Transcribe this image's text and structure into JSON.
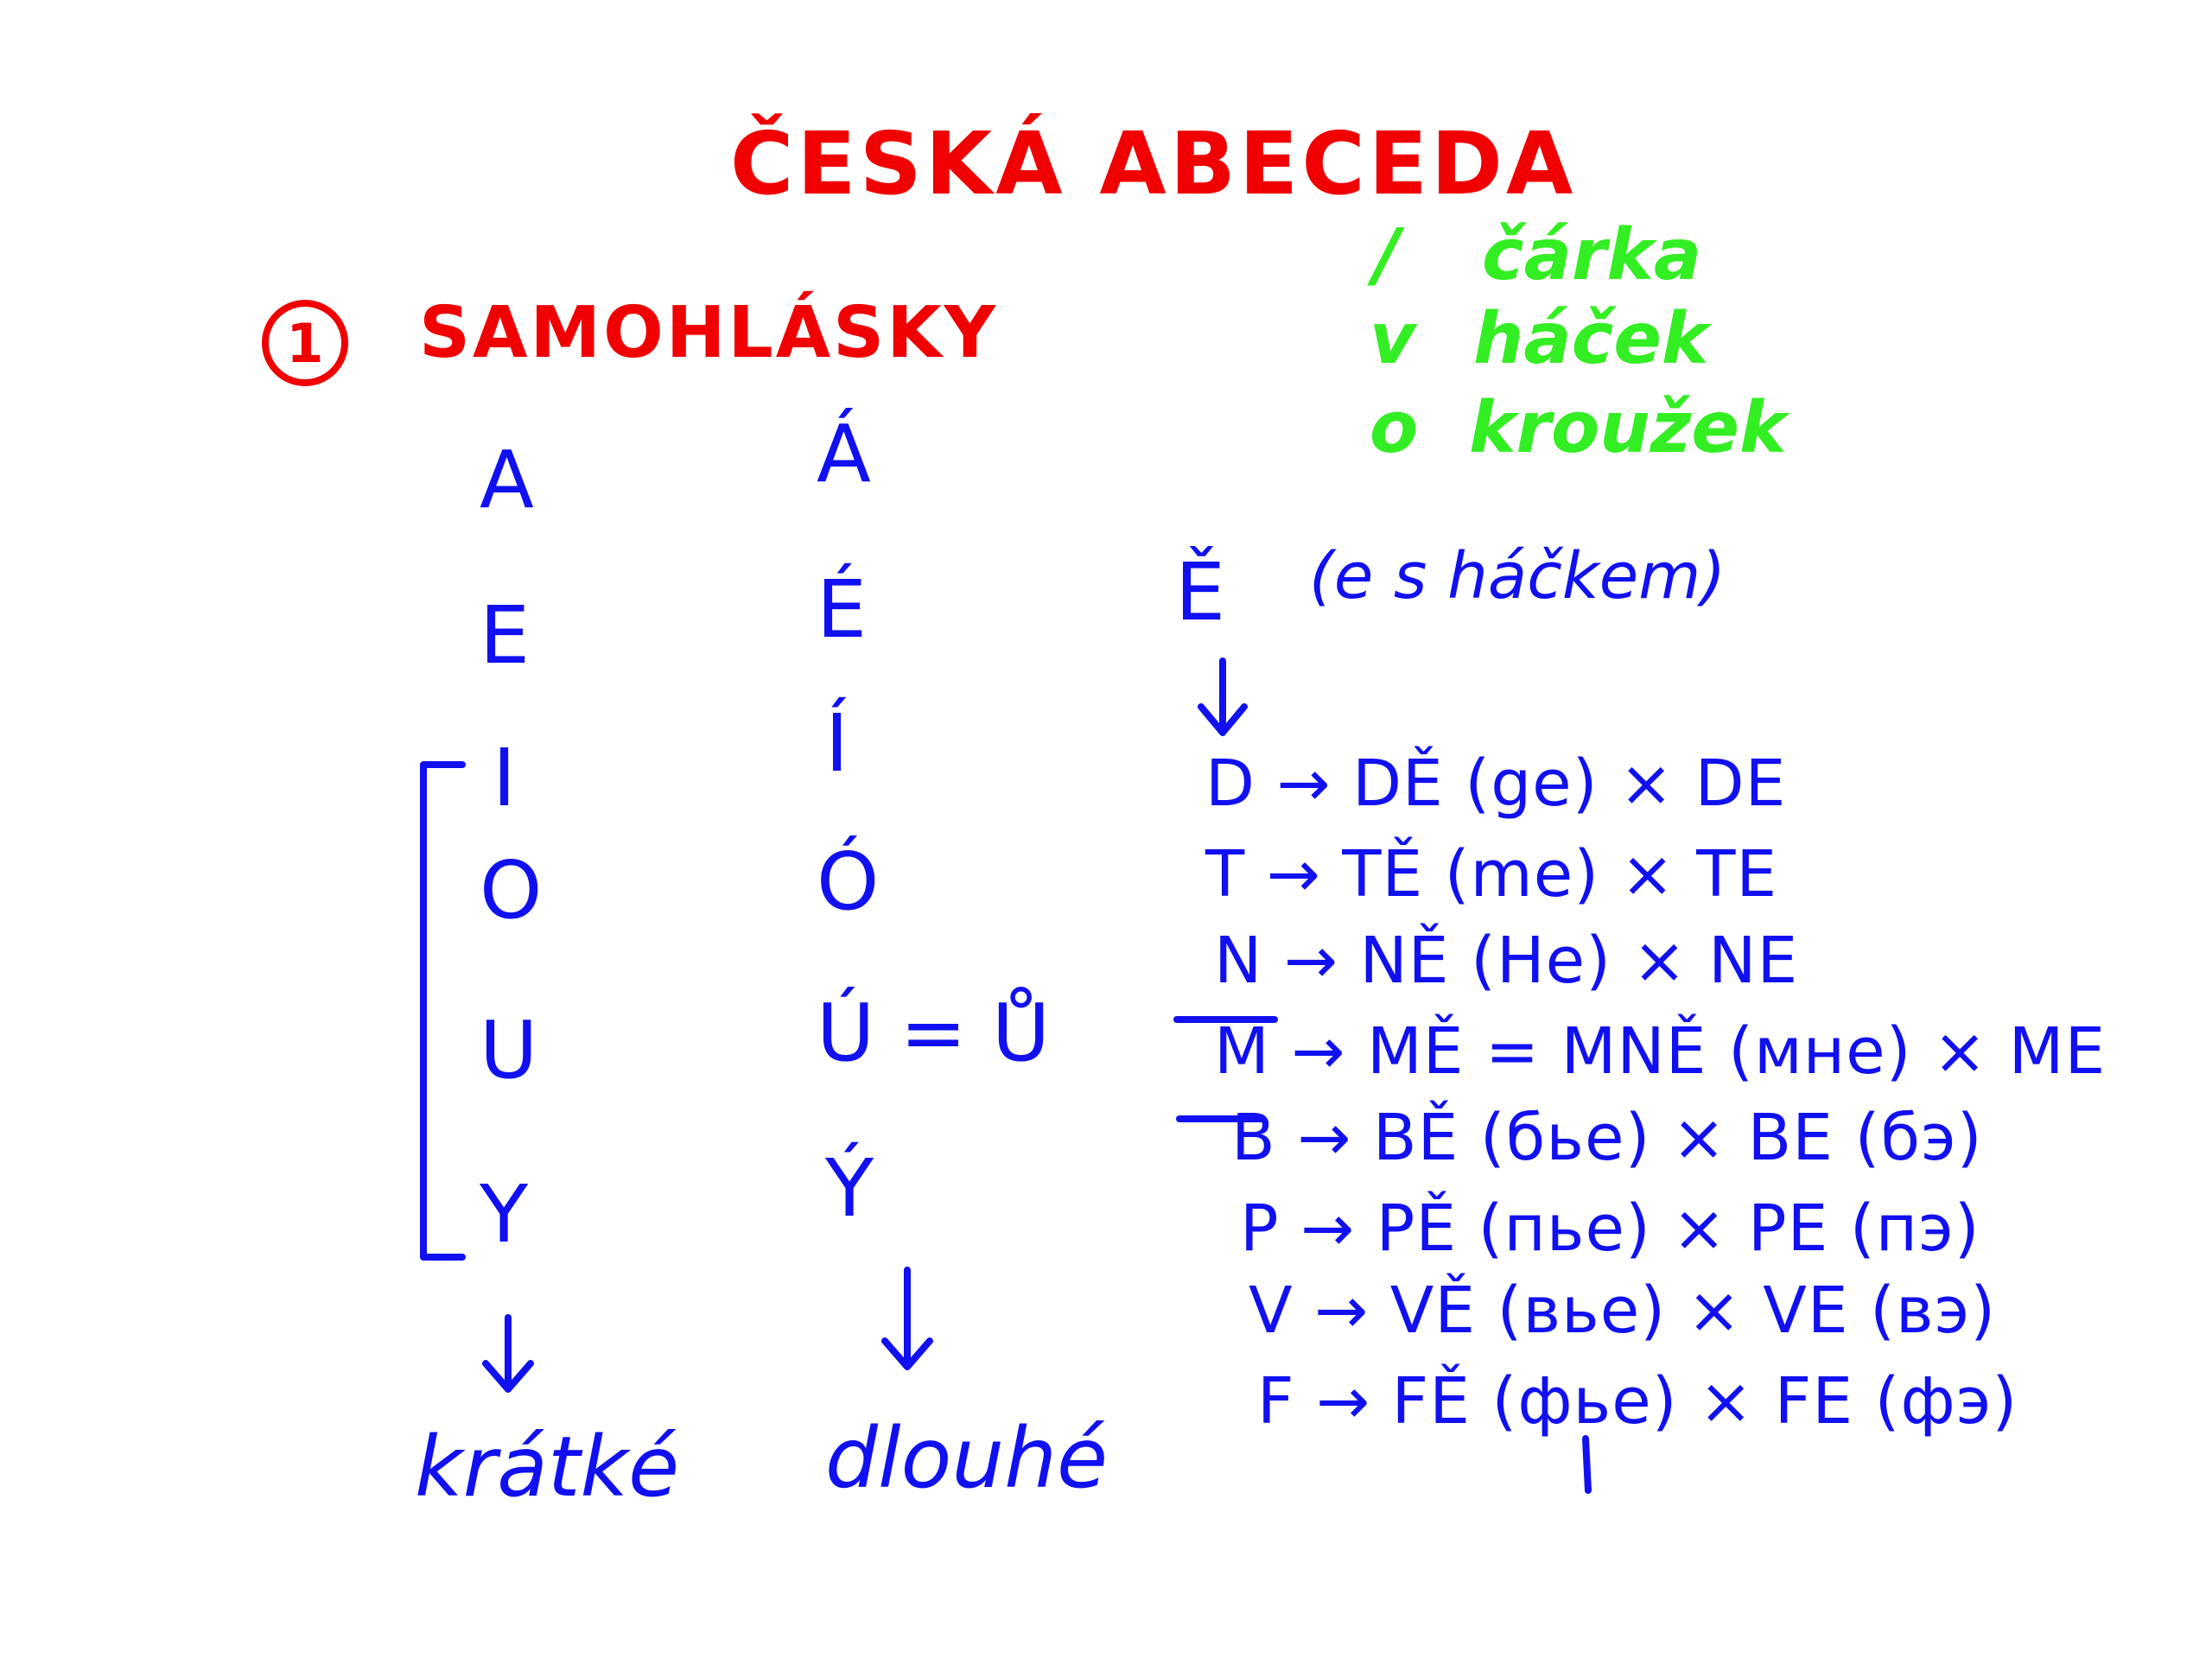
{
  "title": "ČESKÁ ABECEDA",
  "diacritics": [
    {
      "symbol": "/",
      "name": "čárka"
    },
    {
      "symbol": "v",
      "name": "háček"
    },
    {
      "symbol": "o",
      "name": "kroužek"
    }
  ],
  "section": {
    "number": "1",
    "heading": "SAMOHLÁSKY"
  },
  "short_vowels": [
    "A",
    "E",
    "I",
    "O",
    "U",
    "Y"
  ],
  "long_vowels": [
    "Á",
    "É",
    "Í",
    "Ó",
    "Ú = Ů",
    "Ý"
  ],
  "short_label": "krátké",
  "long_label": "dlouhé",
  "e_hacek": {
    "letter": "Ě",
    "note": "(e s háčkem)"
  },
  "consonant_rows": [
    {
      "base": "D",
      "result": "DĚ",
      "pron": "(ge)",
      "contrast": "DE",
      "contrast_pron": ""
    },
    {
      "base": "T",
      "result": "TĚ",
      "pron": "(me)",
      "contrast": "TE",
      "contrast_pron": ""
    },
    {
      "base": "N",
      "result": "NĚ",
      "pron": "(He)",
      "contrast": "NE",
      "contrast_pron": ""
    },
    {
      "base": "M",
      "result": "MĚ = MNĚ",
      "pron": "(мне)",
      "contrast": "ME",
      "contrast_pron": ""
    },
    {
      "base": "B",
      "result": "BĚ",
      "pron": "(бье)",
      "contrast": "BE",
      "contrast_pron": "(бэ)"
    },
    {
      "base": "P",
      "result": "PĚ",
      "pron": "(пье)",
      "contrast": "PE",
      "contrast_pron": "(пэ)"
    },
    {
      "base": "V",
      "result": "VĚ",
      "pron": "(вье)",
      "contrast": "VE",
      "contrast_pron": "(вэ)"
    },
    {
      "base": "F",
      "result": "FĚ",
      "pron": "(фье)",
      "contrast": "FE",
      "contrast_pron": "(фэ)"
    }
  ],
  "separators": {
    "arrow": "→",
    "contrast": "×"
  }
}
